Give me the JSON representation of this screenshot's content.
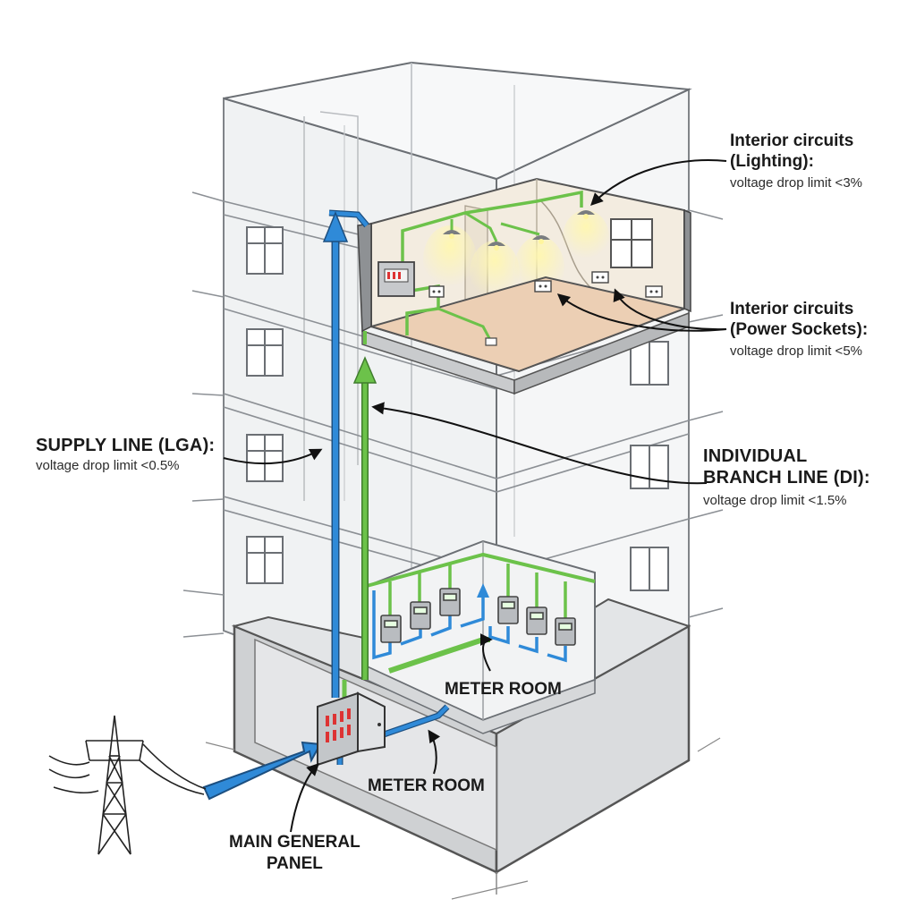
{
  "labels": {
    "lighting": {
      "title_line1": "Interior circuits",
      "title_line2": "(Lighting):",
      "limit": "voltage drop limit <3%"
    },
    "sockets": {
      "title_line1": "Interior circuits",
      "title_line2": "(Power Sockets):",
      "limit": "voltage drop limit <5%"
    },
    "supply": {
      "title": "SUPPLY LINE (LGA):",
      "limit": "voltage drop limit <0.5%"
    },
    "branch": {
      "title_line1": "INDIVIDUAL",
      "title_line2": "BRANCH LINE (DI):",
      "limit": "voltage drop limit <1.5%"
    },
    "meter_room_upper": "METER ROOM",
    "meter_room_lower": "METER ROOM",
    "main_panel_line1": "MAIN GENERAL",
    "main_panel_line2": "PANEL"
  },
  "colors": {
    "supply_line": "#2f8ad8",
    "branch_line": "#6cc24a",
    "building_glass": "#e9ecef",
    "basement": "#cfd1d3",
    "apartment_floor": "#eccfb4",
    "apartment_wall": "#f3ece0",
    "light_glow": "#fff3a8"
  },
  "icons": {
    "transmission_tower": "transmission-tower-icon",
    "meter": "electric-meter-icon",
    "panel": "distribution-panel-icon",
    "ceiling_lamp": "ceiling-lamp-icon",
    "socket": "power-socket-icon",
    "window": "window-icon"
  }
}
